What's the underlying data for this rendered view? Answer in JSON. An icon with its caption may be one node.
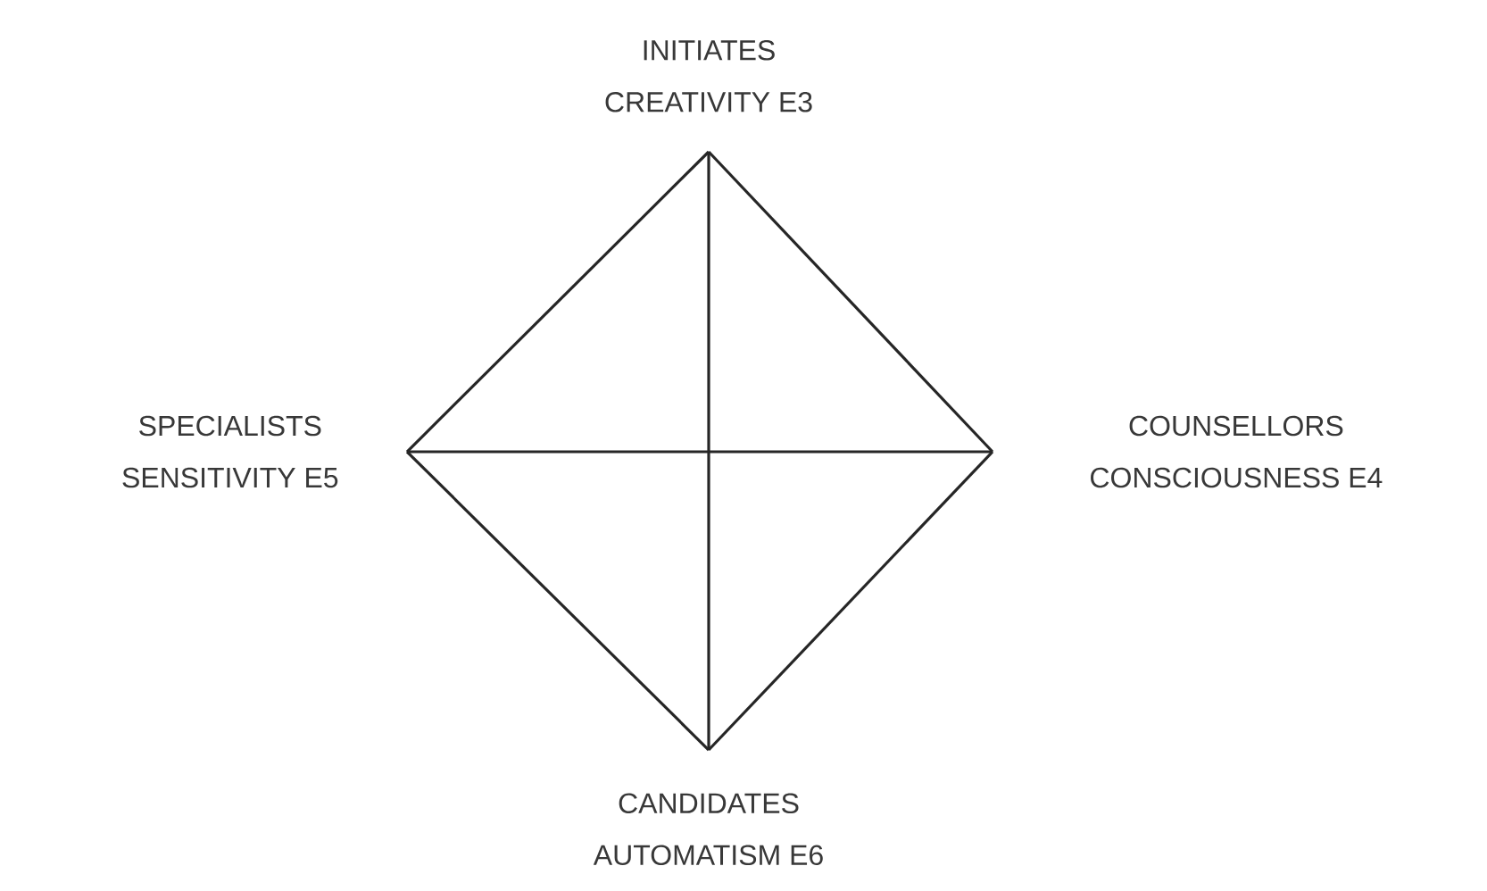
{
  "diagram": {
    "nodes": [
      {
        "text": [
          "INITIATES",
          "CREATIVITY E3"
        ]
      },
      {
        "text": [
          "SPECIALISTS",
          "SENSITIVITY E5"
        ]
      },
      {
        "text": [
          "COUNSELLORS",
          "CONSCIOUSNESS E4"
        ]
      },
      {
        "text": [
          "CANDIDATES",
          "AUTOMATISM E6"
        ]
      }
    ],
    "edges": [
      {
        "from": 0,
        "to": 2,
        "arrow": "none"
      },
      {
        "from": 2,
        "to": 3,
        "arrow": "none"
      },
      {
        "from": 3,
        "to": 1,
        "arrow": "none"
      },
      {
        "from": 1,
        "to": 0,
        "arrow": "none"
      },
      {
        "from": 0,
        "to": 3,
        "arrow": "none"
      },
      {
        "from": 1,
        "to": 2,
        "arrow": "none"
      }
    ]
  }
}
